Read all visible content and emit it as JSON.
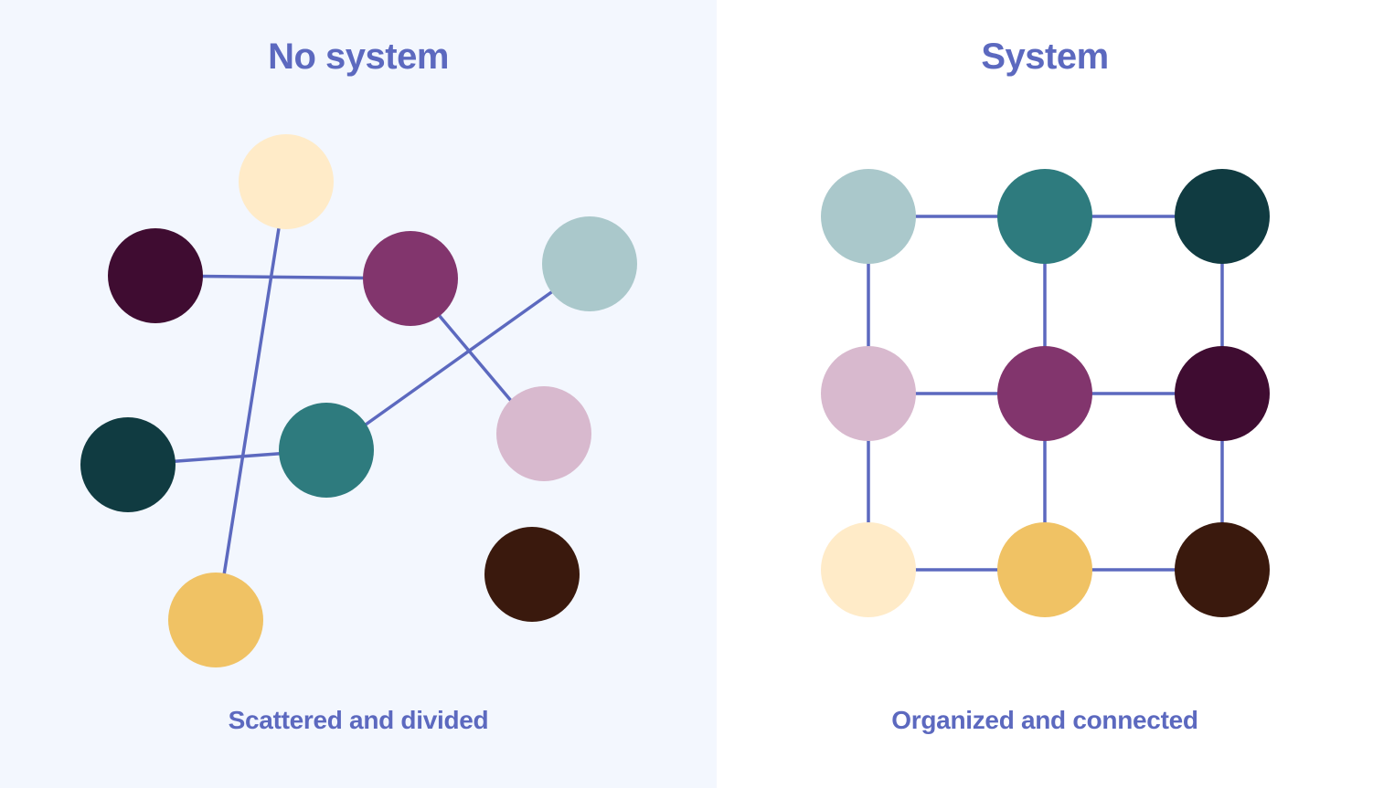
{
  "theme": {
    "accent": "#5c69bf"
  },
  "left": {
    "title": "No system",
    "caption": "Scattered and divided",
    "background": "#f3f7fe",
    "nodes": [
      {
        "id": "cream",
        "color": "#ffebc8"
      },
      {
        "id": "plum-dark",
        "color": "#3f0c31"
      },
      {
        "id": "magenta",
        "color": "#82356d"
      },
      {
        "id": "sage",
        "color": "#aac8cb"
      },
      {
        "id": "pink",
        "color": "#d8b9ce"
      },
      {
        "id": "forest-dark",
        "color": "#103b41"
      },
      {
        "id": "teal",
        "color": "#2e7b7e"
      },
      {
        "id": "mustard",
        "color": "#f0c264"
      },
      {
        "id": "espresso",
        "color": "#3a190d"
      }
    ],
    "edges": [
      [
        "plum-dark",
        "magenta"
      ],
      [
        "cream",
        "mustard"
      ],
      [
        "magenta",
        "pink"
      ],
      [
        "sage",
        "teal"
      ],
      [
        "forest-dark",
        "teal"
      ]
    ]
  },
  "right": {
    "title": "System",
    "caption": "Organized and connected",
    "background": "#ffffff",
    "grid": [
      [
        {
          "id": "sage",
          "color": "#aac8cb"
        },
        {
          "id": "teal",
          "color": "#2e7b7e"
        },
        {
          "id": "forest-dark",
          "color": "#103b41"
        }
      ],
      [
        {
          "id": "pink",
          "color": "#d8b9ce"
        },
        {
          "id": "magenta",
          "color": "#82356d"
        },
        {
          "id": "plum-dark",
          "color": "#3f0c31"
        }
      ],
      [
        {
          "id": "cream",
          "color": "#ffebc8"
        },
        {
          "id": "mustard",
          "color": "#f0c264"
        },
        {
          "id": "espresso",
          "color": "#3a190d"
        }
      ]
    ]
  }
}
